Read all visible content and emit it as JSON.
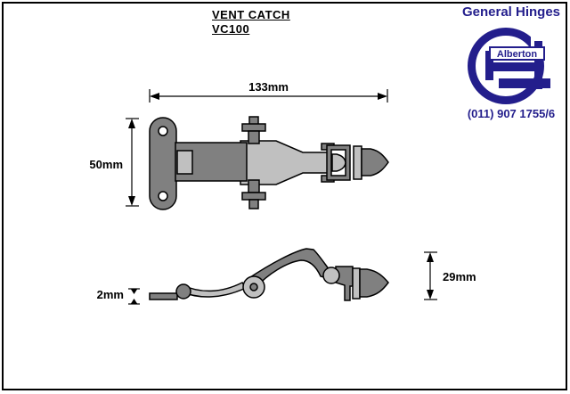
{
  "title": {
    "line1": "VENT CATCH",
    "line2": "VC100"
  },
  "logo": {
    "company": "General Hinges",
    "location": "Alberton",
    "phone": "(011) 907 1755/6",
    "color": "#231E8C"
  },
  "drawing": {
    "palette": {
      "dark_gray": "#808080",
      "light_gray": "#C0C0C0",
      "outline": "#000000",
      "background": "#FFFFFF"
    },
    "dimensions": {
      "overall_length": "133mm",
      "plate_height": "50mm",
      "plate_thickness": "2mm",
      "side_height": "29mm"
    }
  }
}
